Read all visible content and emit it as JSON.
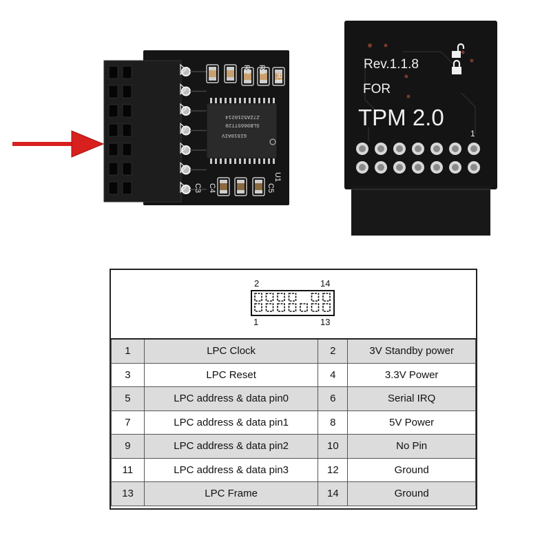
{
  "board_right": {
    "revision": "Rev.1.1.8",
    "for_label": "FOR",
    "tpm_label": "TPM 2.0",
    "pin_one_marker": "1"
  },
  "board_left": {
    "silkscreen": [
      "R1",
      "R2",
      "R3",
      "U1",
      "C3",
      "C4",
      "C5"
    ],
    "chip_line1": "SLB9665TT20",
    "chip_line2": "Z7ZA5210214",
    "chip_line3": "GI610AIV"
  },
  "header_diagram": {
    "top_left": "2",
    "top_right": "14",
    "bottom_left": "1",
    "bottom_right": "13"
  },
  "pin_table": {
    "rows": [
      {
        "pin_a": "1",
        "signal_a": "LPC Clock",
        "pin_b": "2",
        "signal_b": "3V Standby power"
      },
      {
        "pin_a": "3",
        "signal_a": "LPC Reset",
        "pin_b": "4",
        "signal_b": "3.3V Power"
      },
      {
        "pin_a": "5",
        "signal_a": "LPC address & data pin0",
        "pin_b": "6",
        "signal_b": "Serial IRQ"
      },
      {
        "pin_a": "7",
        "signal_a": "LPC address & data pin1",
        "pin_b": "8",
        "signal_b": "5V Power"
      },
      {
        "pin_a": "9",
        "signal_a": "LPC address & data pin2",
        "pin_b": "10",
        "signal_b": "No Pin"
      },
      {
        "pin_a": "11",
        "signal_a": "LPC address & data pin3",
        "pin_b": "12",
        "signal_b": "Ground"
      },
      {
        "pin_a": "13",
        "signal_a": "LPC Frame",
        "pin_b": "14",
        "signal_b": "Ground"
      }
    ]
  },
  "colors": {
    "arrow": "#d8201e",
    "pcb": "#141414",
    "silkscreen": "#f0f0f0",
    "row_shade": "#dcdcdc"
  }
}
